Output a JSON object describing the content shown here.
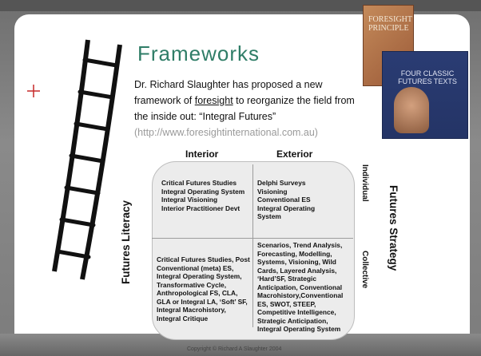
{
  "slide": {
    "title": "Frameworks",
    "body_prefix": "Dr. Richard Slaughter has proposed a new framework of ",
    "body_link": "foresight",
    "body_suffix": " to reorganize the field from the inside out: “Integral Futures”",
    "url": "(http://www.foresightinternational.com.au)",
    "copyright": "Copyright © Richard A Slaughter 2004"
  },
  "books": {
    "book1": "FORESIGHT PRINCIPLE",
    "book2": "FOUR CLASSIC FUTURES TEXTS"
  },
  "diagram": {
    "header_left": "Interior",
    "header_right": "Exterior",
    "left_axis": "Futures Literacy",
    "right_axis": "Futures Strategy",
    "side_top": "Individual",
    "side_bottom": "Collective",
    "ul": [
      "Critical Futures Studies",
      "Integral Operating System",
      "Integral Visioning",
      "Interior Practitioner Devt"
    ],
    "ur": [
      "Delphi Surveys",
      "Visioning",
      "Conventional ES",
      "Integral Operating",
      "System"
    ],
    "ll": [
      "Critical Futures Studies, Post",
      "Conventional (meta) ES,",
      "Integral Operating System,",
      "Transformative Cycle,",
      "Anthropological FS, CLA,",
      "GLA or Integral LA, ‘Soft’ SF,",
      "Integral Macrohistory,",
      "Integral Critique"
    ],
    "lr": [
      "Scenarios, Trend Analysis,",
      "Forecasting, Modelling,",
      "Systems, Visioning, Wild",
      "Cards, Layered Analysis,",
      "‘Hard’SF, Strategic",
      "Anticipation, Conventional",
      "Macrohistory,Conventional",
      "ES, SWOT, STEEP,",
      "Competitive Intelligence,",
      "Strategic Anticipation,",
      "Integral Operating System"
    ]
  }
}
